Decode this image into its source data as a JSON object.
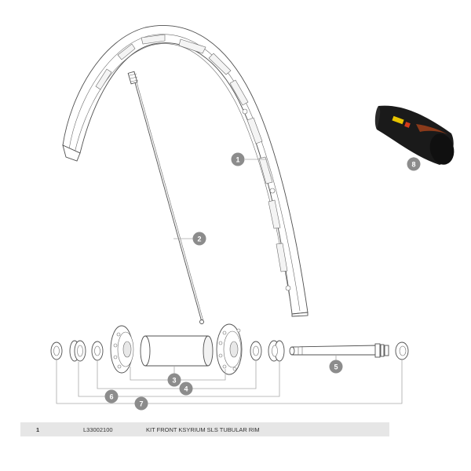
{
  "callouts": [
    {
      "id": "rim",
      "label": "1"
    },
    {
      "id": "spoke",
      "label": "2"
    },
    {
      "id": "hub-body",
      "label": "3"
    },
    {
      "id": "bearing-kit",
      "label": "4"
    },
    {
      "id": "axle",
      "label": "5"
    },
    {
      "id": "bearing-seals",
      "label": "6"
    },
    {
      "id": "hub-kit",
      "label": "7"
    },
    {
      "id": "tire",
      "label": "8"
    }
  ],
  "parts_list": [
    {
      "num": "1",
      "code": "L33002100",
      "description": "KIT FRONT KSYRIUM SLS TUBULAR RIM"
    }
  ],
  "colors": {
    "callout_fill": "#8c8c8c",
    "row_background": "#e6e6e6",
    "tire_black": "#1a1a1a",
    "tire_tread": "#8a3a1a",
    "tire_label": "#e8c400"
  }
}
